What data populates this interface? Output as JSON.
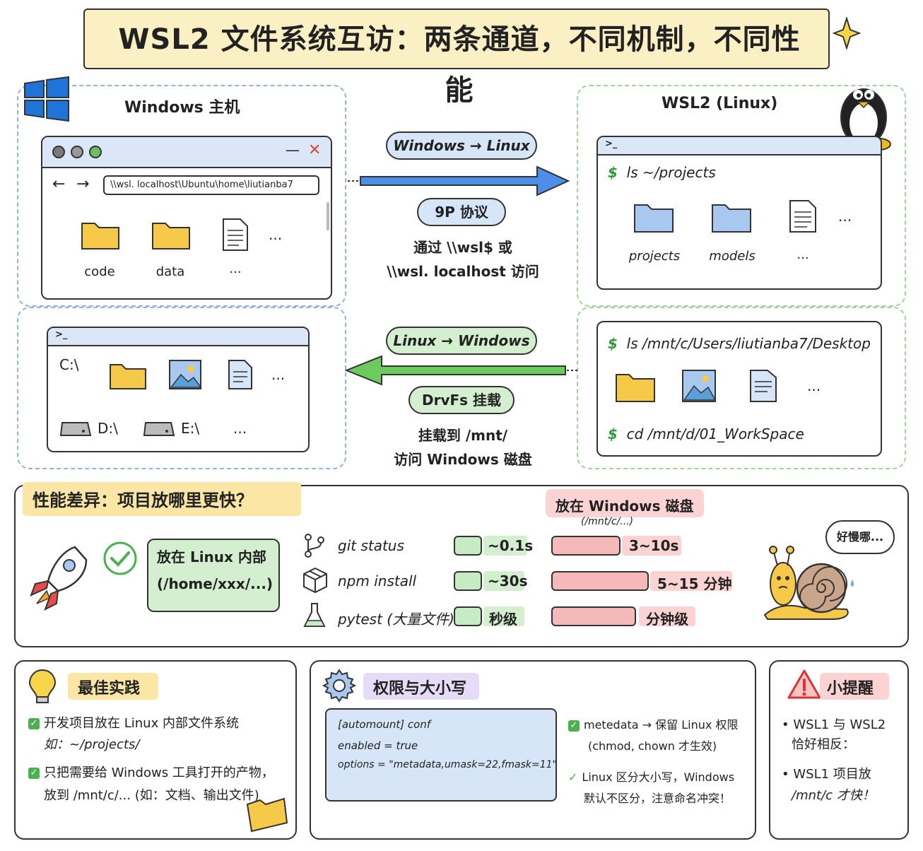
{
  "title": "WSL2 文件系统互访：两条通道，不同机制，不同性能",
  "windows_host": {
    "title": "Windows 主机",
    "explorer": {
      "address": "\\\\wsl. localhost\\Ubuntu\\home\\liutianba7",
      "minimize": "—",
      "close": "✕",
      "items": [
        "code",
        "data",
        "..."
      ],
      "more": "..."
    }
  },
  "wsl2": {
    "title": "WSL2 (Linux)",
    "terminal": {
      "prompt": ">_",
      "dollar": "$",
      "command": "ls ~/projects",
      "items": [
        "projects",
        "models",
        "..."
      ],
      "more": "..."
    }
  },
  "channel_top": {
    "direction": "Windows → Linux",
    "protocol": "9P 协议",
    "line1": "通过 \\\\wsl$ 或",
    "line2": "\\\\wsl. localhost 访问"
  },
  "channel_bottom": {
    "direction": "Linux → Windows",
    "protocol": "DrvFs 挂载",
    "line1": "挂载到 /mnt/",
    "line2": "访问 Windows 磁盘"
  },
  "windows_drives": {
    "prompt": ">_",
    "c": "C:\\",
    "d": "D:\\",
    "e": "E:\\",
    "more": "..."
  },
  "wsl_mnt": {
    "dollar": "$",
    "command1": "ls /mnt/c/Users/liutianba7/Desktop",
    "command2": "cd /mnt/d/01_WorkSpace",
    "more": "..."
  },
  "performance": {
    "title": "性能差异：项目放哪里更快？",
    "linux_label": "放在 Linux 内部",
    "linux_path": "(/home/xxx/...)",
    "windows_label": "放在 Windows 磁盘",
    "windows_path": "(/mnt/c/...)",
    "snail_bubble": "好慢哪...",
    "rows": [
      {
        "task": "git status",
        "linux": "~0.1s",
        "windows": "3~10s"
      },
      {
        "task": "npm install",
        "linux": "~30s",
        "windows": "5~15 分钟"
      },
      {
        "task": "pytest (大量文件)",
        "linux": "秒级",
        "windows": "分钟级"
      }
    ]
  },
  "best_practice": {
    "title": "最佳实践",
    "item1_line1": "开发项目放在 Linux 内部文件系统",
    "item1_line2": "如：~/projects/",
    "item2_line1": "只把需要给 Windows 工具打开的产物，",
    "item2_line2": "放到 /mnt/c/... (如：文档、输出文件)"
  },
  "permissions": {
    "title": "权限与大小写",
    "conf_line1": "[automount] conf",
    "conf_line2": "enabled = true",
    "conf_line3": "options = \"metadata,umask=22,fmask=11\"",
    "note1_line1": "metedata → 保留 Linux 权限",
    "note1_line2": "(chmod, chown 才生效)",
    "note2_line1": "Linux 区分大小写，Windows",
    "note2_line2": "默认不区分，注意命名冲突！"
  },
  "reminder": {
    "title": "小提醒",
    "item1_line1": "WSL1 与 WSL2",
    "item1_line2": "恰好相反：",
    "item2_line1": "WSL1 项目放",
    "item2_line2": "/mnt/c 才快！"
  },
  "colors": {
    "blue_arrow": "#4d8ee8",
    "green_arrow": "#6ccb5f",
    "folder": "#f7c948",
    "blue_folder": "#a9c8f0"
  }
}
